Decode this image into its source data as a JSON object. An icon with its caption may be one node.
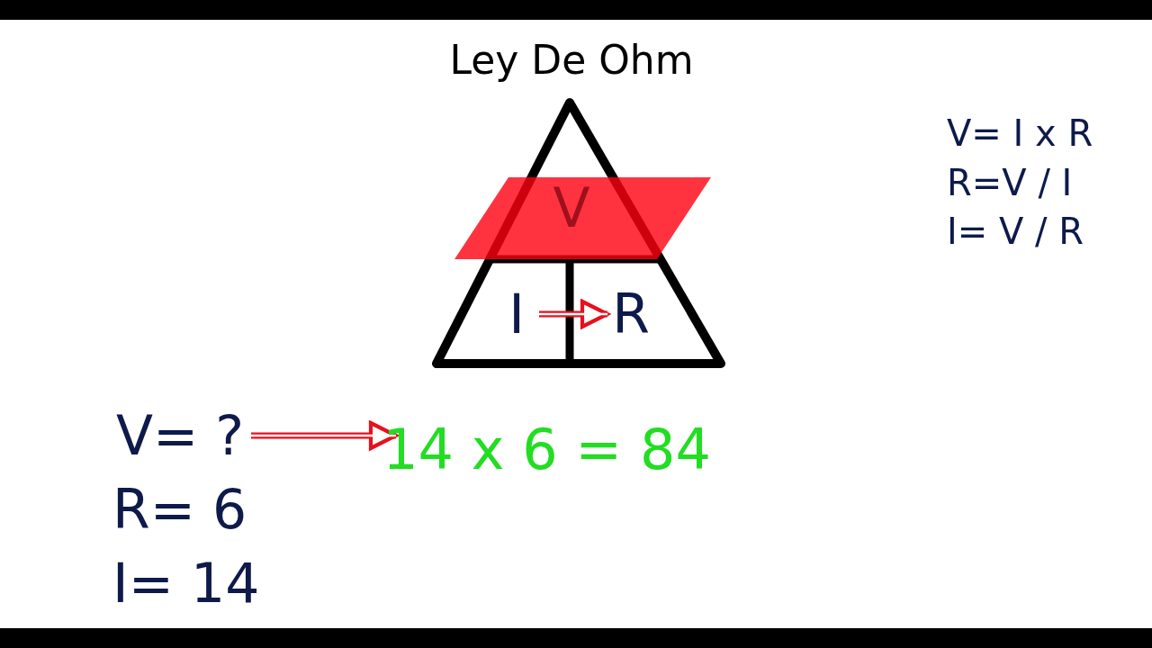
{
  "diagram": {
    "title": "Ley De Ohm",
    "nodes": [
      {
        "text": [],
        "shape": "triangle"
      },
      {
        "text": [
          "V"
        ],
        "in": 0
      },
      {
        "text": [
          "I"
        ],
        "in": 0
      },
      {
        "text": [
          "R"
        ],
        "in": 0
      },
      {
        "text": [
          "V= ?"
        ]
      },
      {
        "text": [
          "14 x 6 = 84"
        ]
      }
    ],
    "edges": [
      {
        "from": 2,
        "to": 3,
        "arrow": "to",
        "color": "#e8101c"
      },
      {
        "from": 4,
        "to": 5,
        "arrow": "to",
        "color": "#e8101c"
      }
    ],
    "labels": [
      "V= I x R",
      "R=V / I",
      "I= V / R",
      "R= 6",
      "I= 14"
    ]
  }
}
